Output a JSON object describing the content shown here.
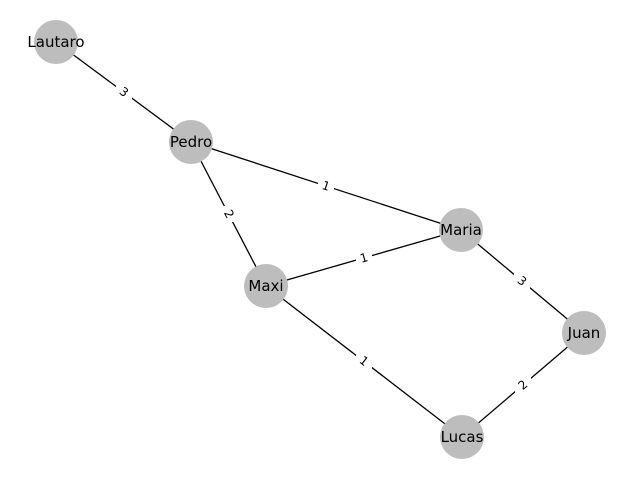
{
  "graph": {
    "nodes": [
      {
        "id": "lautaro",
        "label": "Lautaro"
      },
      {
        "id": "pedro",
        "label": "Pedro"
      },
      {
        "id": "maria",
        "label": "Maria"
      },
      {
        "id": "maxi",
        "label": "Maxi"
      },
      {
        "id": "juan",
        "label": "Juan"
      },
      {
        "id": "lucas",
        "label": "Lucas"
      }
    ],
    "edges": [
      {
        "from": "lautaro",
        "to": "pedro",
        "weight": "3"
      },
      {
        "from": "pedro",
        "to": "maria",
        "weight": "1"
      },
      {
        "from": "pedro",
        "to": "maxi",
        "weight": "2"
      },
      {
        "from": "maxi",
        "to": "maria",
        "weight": "1"
      },
      {
        "from": "maria",
        "to": "juan",
        "weight": "3"
      },
      {
        "from": "maxi",
        "to": "lucas",
        "weight": "1"
      },
      {
        "from": "lucas",
        "to": "juan",
        "weight": "2"
      }
    ],
    "colors": {
      "node_fill": "#bdbdbd",
      "edge": "#000000",
      "background": "#ffffff"
    }
  }
}
